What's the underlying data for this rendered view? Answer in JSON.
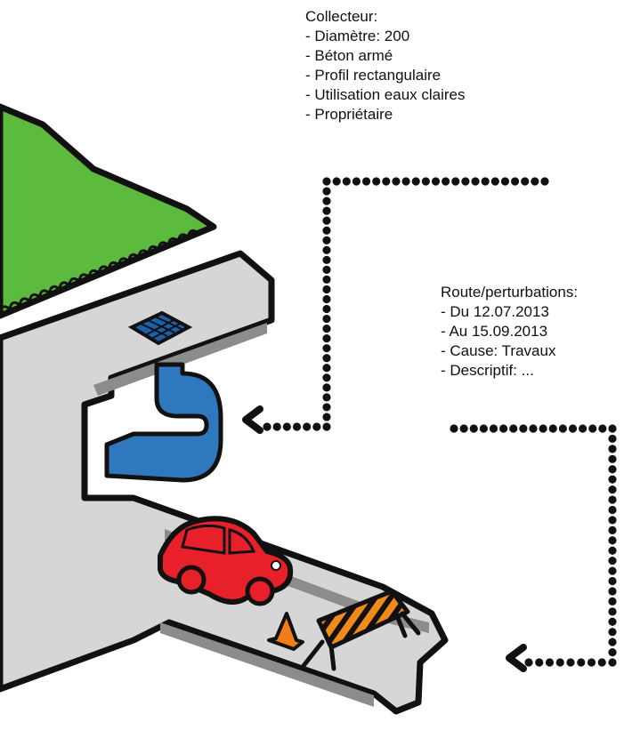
{
  "annotations": {
    "collecteur": {
      "title": "Collecteur:",
      "lines": [
        "- Diamètre: 200",
        "- Béton armé",
        "- Profil rectangulaire",
        "- Utilisation eaux claires",
        "- Propriétaire"
      ]
    },
    "route": {
      "title": "Route/perturbations:",
      "lines": [
        "- Du 12.07.2013",
        "- Au 15.09.2013",
        "- Cause: Travaux",
        "- Descriptif: ..."
      ]
    }
  },
  "colors": {
    "grass": "#5cba3c",
    "sidewalk": "#d6d6d6",
    "road_shadow": "#8c8c8c",
    "pipe": "#2f78bd",
    "drain": "#1d5fa8",
    "car": "#e8202a",
    "cone": "#f07c1a",
    "barrier_stripes": "#f08a1a",
    "outline": "#111111"
  },
  "icons": {
    "drain": "drain-grate-icon",
    "pipe": "sewer-pipe-icon",
    "car": "car-icon",
    "cone": "traffic-cone-icon",
    "barrier": "roadwork-barrier-icon",
    "pointer": "chevron-left-icon"
  }
}
